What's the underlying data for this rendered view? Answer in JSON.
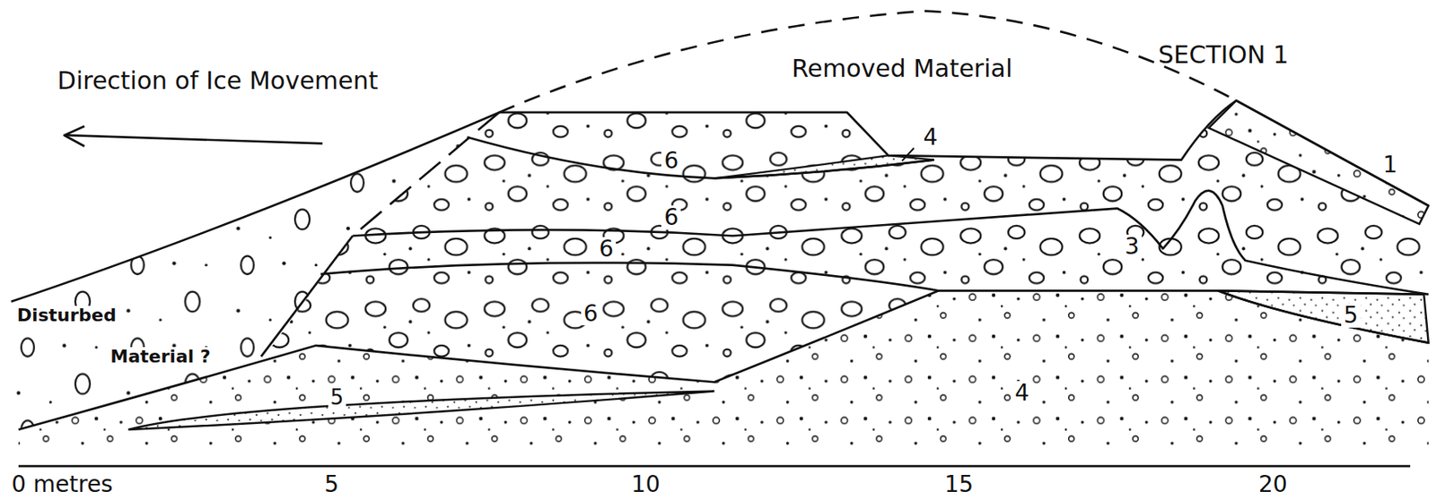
{
  "diagram": {
    "title": "SECTION 1",
    "labels": [
      "Direction of Ice Movement",
      "Removed Material",
      "4",
      "1",
      "6",
      "6",
      "6",
      "3",
      "6",
      "Disturbed",
      "Material ?",
      "5",
      "4",
      "5",
      "0 metres",
      "5",
      "10",
      "15",
      "20"
    ]
  }
}
